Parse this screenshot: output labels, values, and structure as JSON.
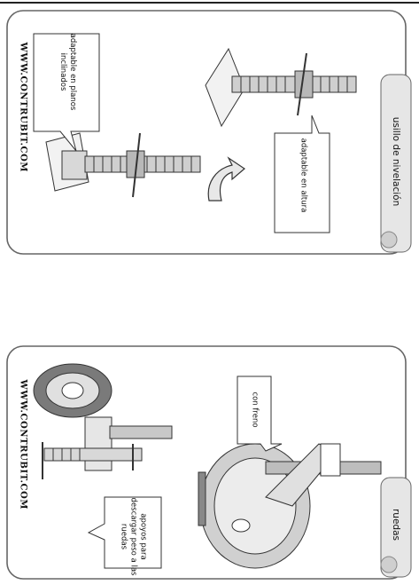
{
  "colors": {
    "ink": "#111111",
    "panel_border": "#555555",
    "tab_fill": "#e6e6e6",
    "background": "#ffffff"
  },
  "panels": [
    {
      "tab": "usillo de nivelación",
      "brand": "WWW.CONTRUBIT.COM",
      "callouts": [
        "adaptable en planos inclinados",
        "adaptable en altura"
      ],
      "illustration": "leveling-screw-jacks"
    },
    {
      "tab": "ruedas",
      "brand": "WWW.CONTRUBIT.COM",
      "callouts": [
        "apoyos para descargar peso a las ruedas",
        "con freno"
      ],
      "illustration": "scaffold-wheels"
    }
  ]
}
